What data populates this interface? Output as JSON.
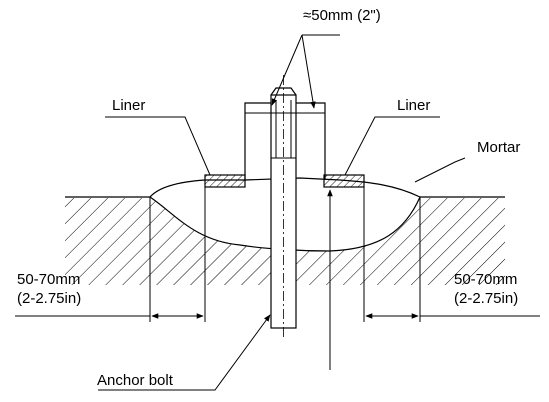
{
  "labels": {
    "top_dim": "≈50mm (2\")",
    "liner_left": "Liner",
    "liner_right": "Liner",
    "mortar": "Mortar",
    "left_dim_mm": "50-70mm",
    "left_dim_in": "(2-2.75in)",
    "right_dim_mm": "50-70mm",
    "right_dim_in": "(2-2.75in)",
    "anchor_bolt": "Anchor bolt"
  }
}
